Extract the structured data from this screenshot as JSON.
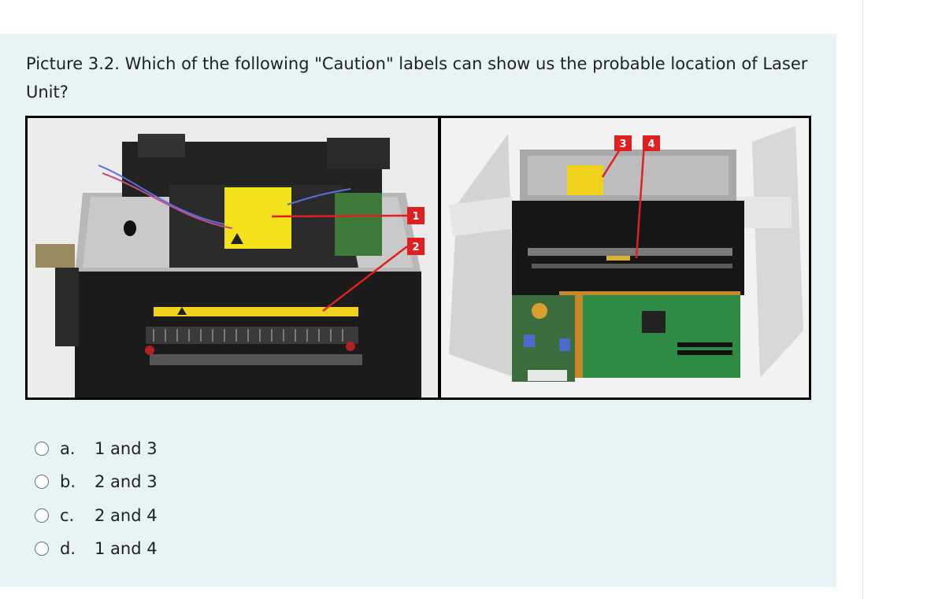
{
  "question": {
    "text": "Picture 3.2. Which of the following \"Caution\" labels can show us the probable location of Laser Unit?"
  },
  "figure": {
    "callouts": [
      "1",
      "2",
      "3",
      "4"
    ]
  },
  "options": [
    {
      "letter": "a.",
      "text": "1 and 3"
    },
    {
      "letter": "b.",
      "text": "2 and 3"
    },
    {
      "letter": "c.",
      "text": "2 and 4"
    },
    {
      "letter": "d.",
      "text": "1 and 4"
    }
  ]
}
